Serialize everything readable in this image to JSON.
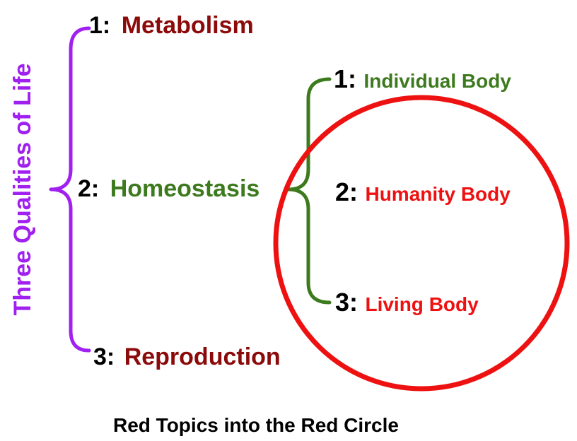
{
  "title": "Three Qualities of Life",
  "caption": "Red Topics into the Red Circle",
  "colors": {
    "purple": "#a020f0",
    "dark_red": "#8b0a0a",
    "green": "#3d7a1e",
    "red": "#ee1111",
    "black": "#000000"
  },
  "qualities": [
    {
      "number": "1:",
      "label": "Metabolism",
      "color": "#8b0a0a"
    },
    {
      "number": "2:",
      "label": "Homeostasis",
      "color": "#3d7a1e"
    },
    {
      "number": "3:",
      "label": "Reproduction",
      "color": "#8b0a0a"
    }
  ],
  "bodies": [
    {
      "number": "1:",
      "label": "Individual Body",
      "color": "#3d7a1e"
    },
    {
      "number": "2:",
      "label": "Humanity Body",
      "color": "#ee1111"
    },
    {
      "number": "3:",
      "label": "Living Body",
      "color": "#ee1111"
    }
  ]
}
